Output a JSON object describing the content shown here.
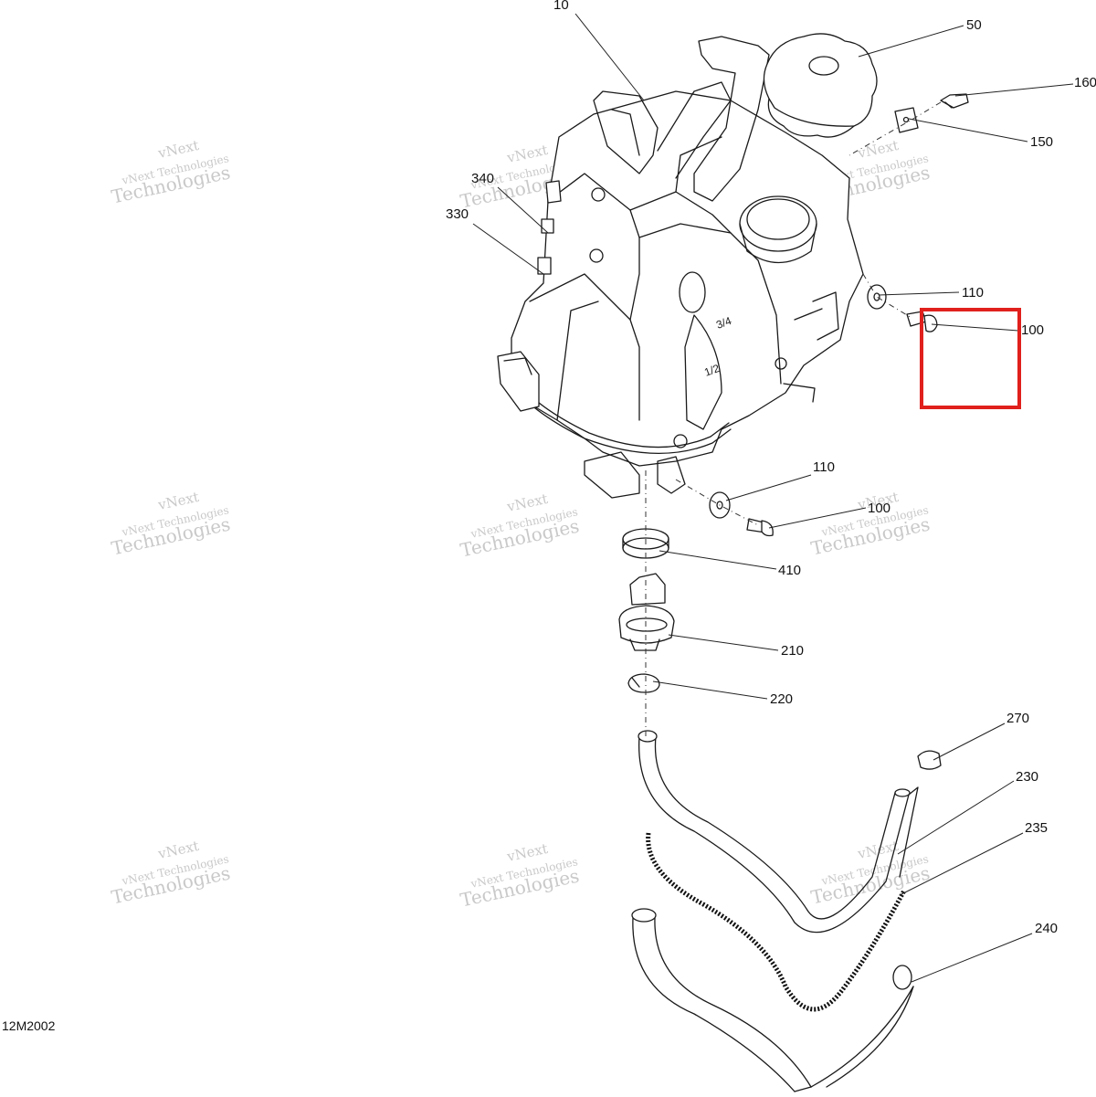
{
  "drawing_code": "12M2002",
  "callouts": [
    {
      "label": "10"
    },
    {
      "label": "50"
    },
    {
      "label": "160"
    },
    {
      "label": "150"
    },
    {
      "label": "340"
    },
    {
      "label": "330"
    },
    {
      "label": "110"
    },
    {
      "label": "100"
    },
    {
      "label": "110"
    },
    {
      "label": "100"
    },
    {
      "label": "410"
    },
    {
      "label": "210"
    },
    {
      "label": "220"
    },
    {
      "label": "270"
    },
    {
      "label": "230"
    },
    {
      "label": "235"
    },
    {
      "label": "240"
    }
  ],
  "watermark": {
    "line1": "vNext",
    "line2": "vNext Technologies",
    "line3": "Technologies"
  },
  "tank_marks": {
    "three_quarter": "3/4",
    "half": "1/2"
  },
  "highlight_color": "#e0201c"
}
